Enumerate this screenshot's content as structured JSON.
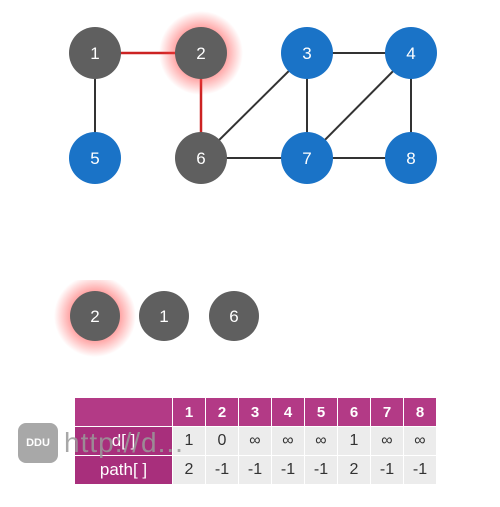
{
  "graph": {
    "nodes": [
      {
        "id": "1",
        "color": "gray"
      },
      {
        "id": "2",
        "color": "gray",
        "active": true
      },
      {
        "id": "3",
        "color": "blue"
      },
      {
        "id": "4",
        "color": "blue"
      },
      {
        "id": "5",
        "color": "blue"
      },
      {
        "id": "6",
        "color": "gray"
      },
      {
        "id": "7",
        "color": "blue"
      },
      {
        "id": "8",
        "color": "blue"
      }
    ],
    "edges": [
      {
        "from": "1",
        "to": "2",
        "highlight": true
      },
      {
        "from": "2",
        "to": "6",
        "highlight": true
      },
      {
        "from": "1",
        "to": "5"
      },
      {
        "from": "3",
        "to": "4"
      },
      {
        "from": "3",
        "to": "6"
      },
      {
        "from": "3",
        "to": "7"
      },
      {
        "from": "4",
        "to": "7"
      },
      {
        "from": "4",
        "to": "8"
      },
      {
        "from": "6",
        "to": "7"
      },
      {
        "from": "7",
        "to": "8"
      }
    ]
  },
  "queue": [
    "2",
    "1",
    "6"
  ],
  "table": {
    "columns": [
      "1",
      "2",
      "3",
      "4",
      "5",
      "6",
      "7",
      "8"
    ],
    "rows": [
      {
        "label": "d[ ]",
        "values": [
          "1",
          "0",
          "∞",
          "∞",
          "∞",
          "1",
          "∞",
          "∞"
        ]
      },
      {
        "label": "path[ ]",
        "values": [
          "2",
          "-1",
          "-1",
          "-1",
          "-1",
          "2",
          "-1",
          "-1"
        ]
      }
    ]
  },
  "watermark": {
    "badge": "DDU",
    "text": "http://d..."
  },
  "colors": {
    "gray": "#5f5f5f",
    "blue": "#1a73c7",
    "highlight": "#cc2222",
    "table_header": "#b33a86"
  }
}
